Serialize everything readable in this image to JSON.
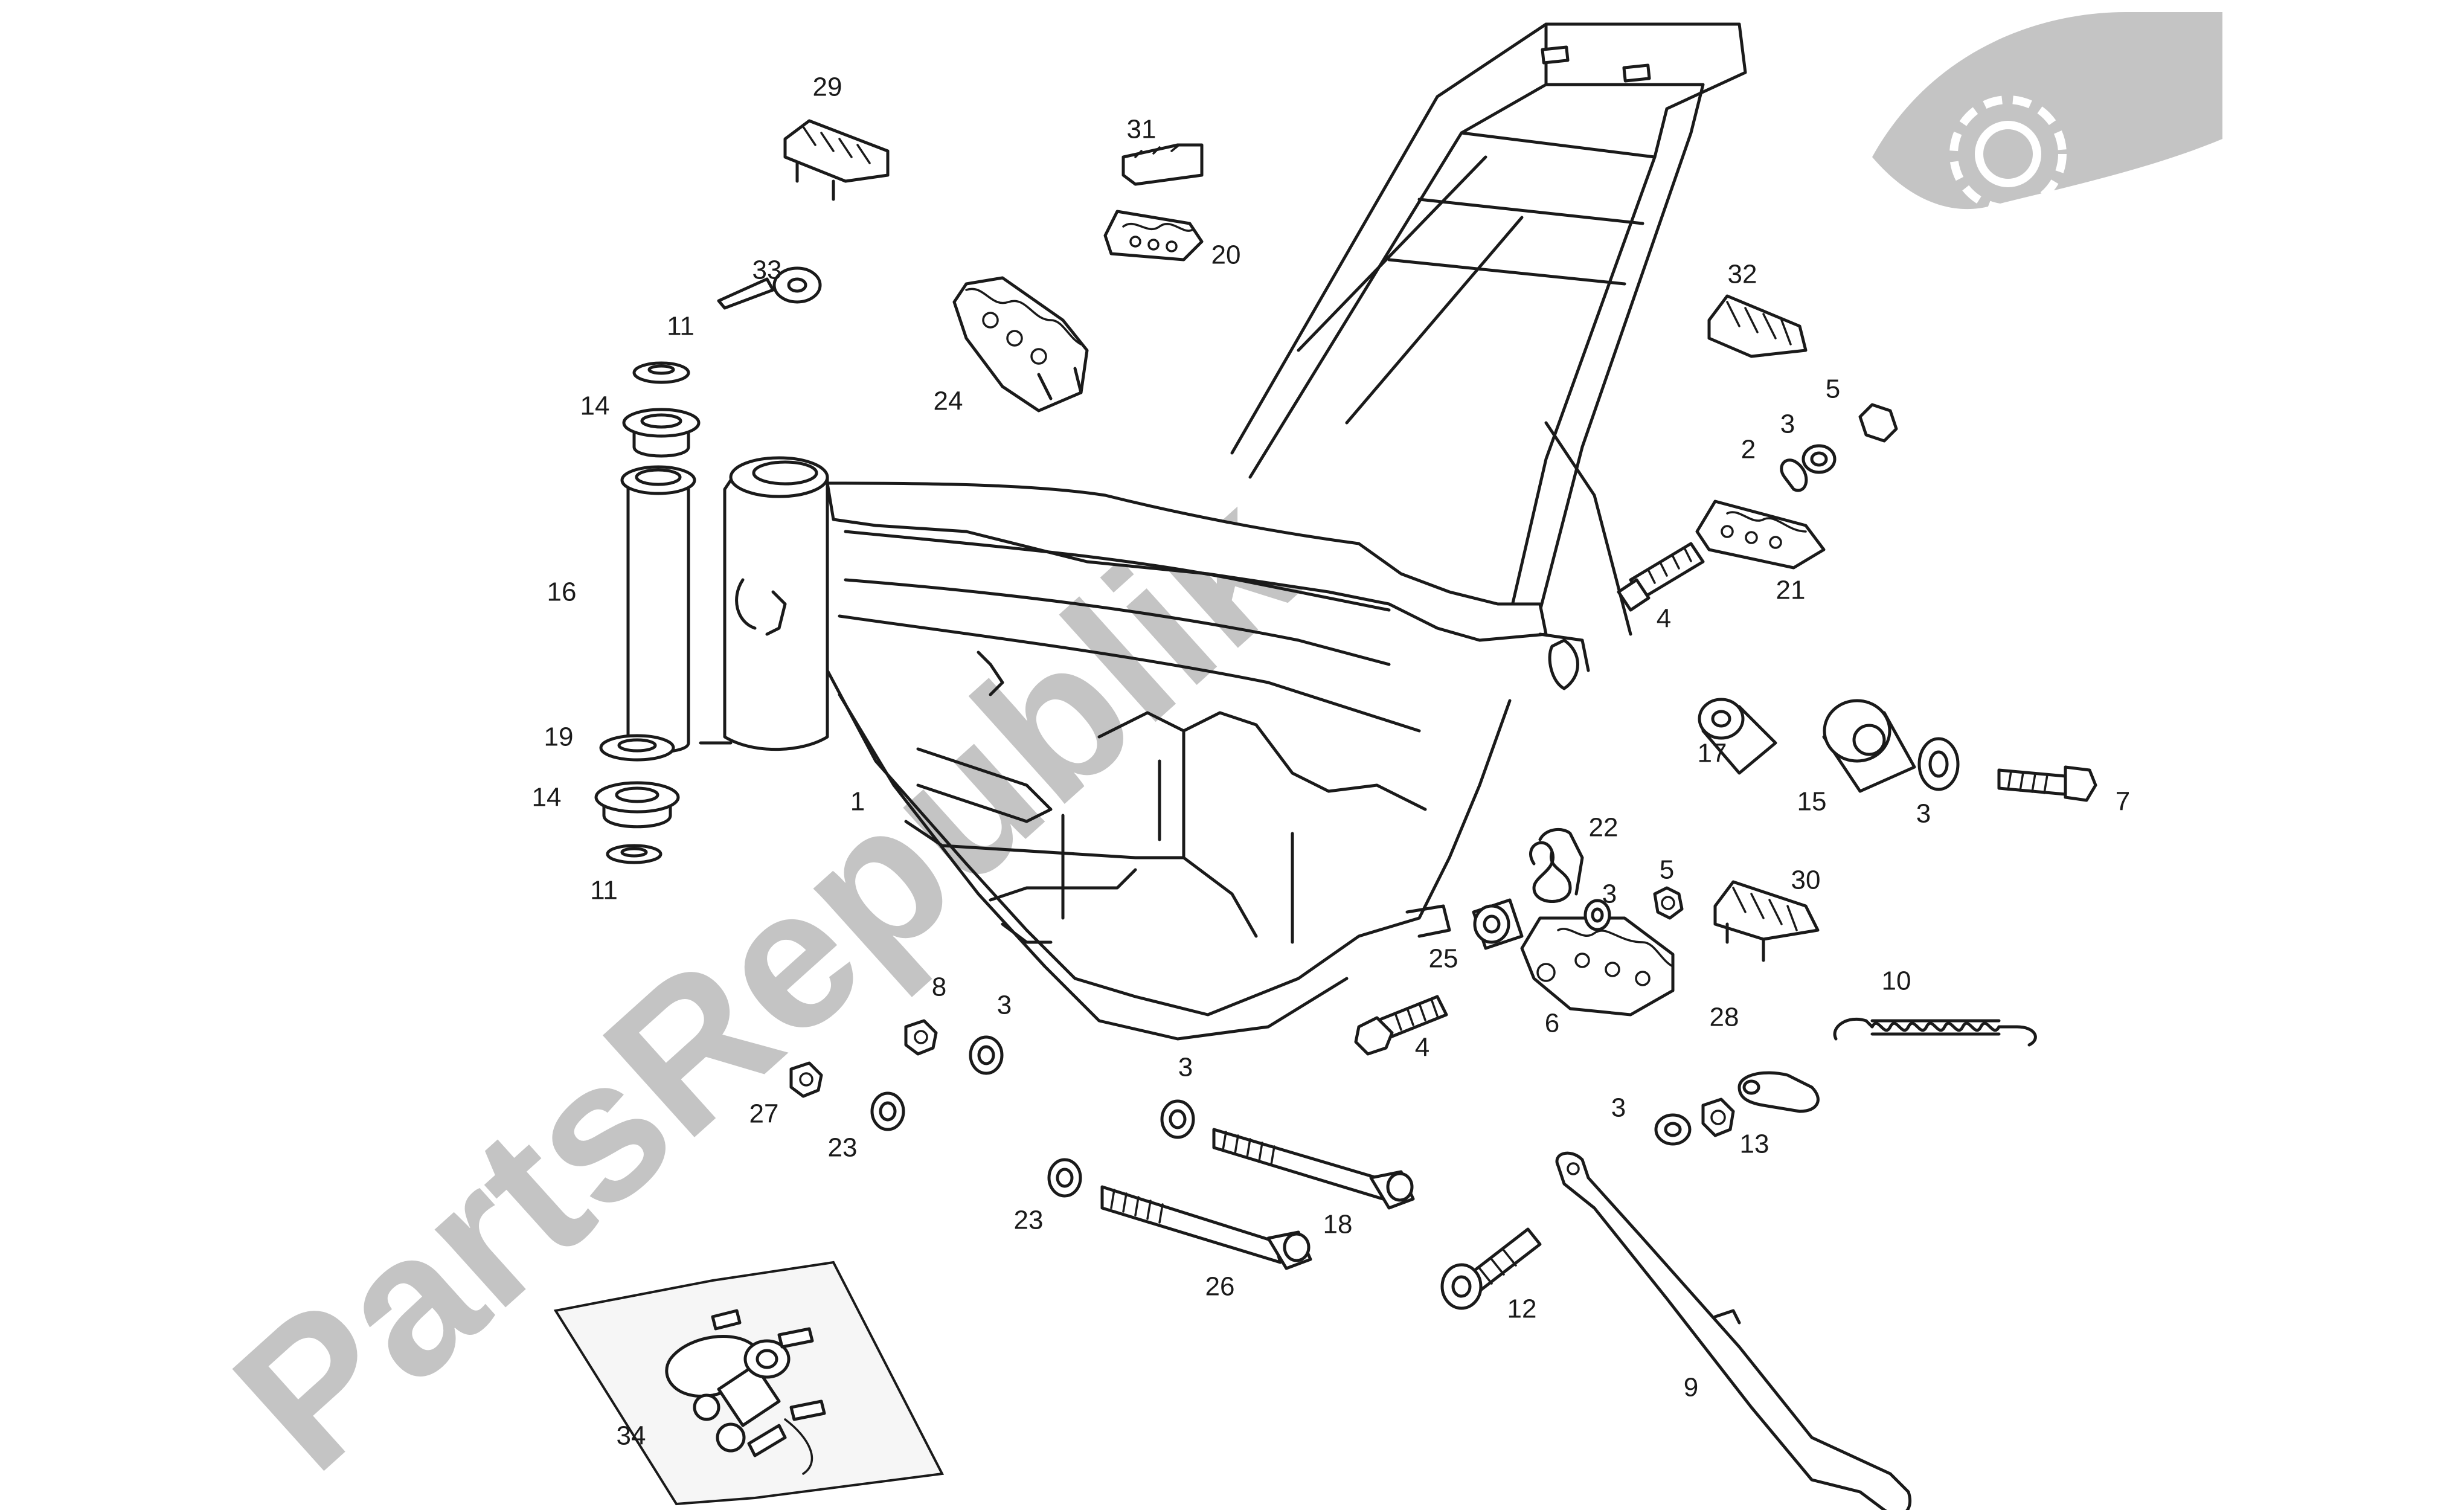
{
  "watermark": {
    "text": "PartsRepublik",
    "color": "#b3b3b3"
  },
  "callouts": {
    "c1": "1",
    "c2": "2",
    "c3a": "3",
    "c3b": "3",
    "c3c": "3",
    "c3d": "3",
    "c3e": "3",
    "c3f": "3",
    "c4a": "4",
    "c4b": "4",
    "c5a": "5",
    "c5b": "5",
    "c6": "6",
    "c7": "7",
    "c8": "8",
    "c9": "9",
    "c10": "10",
    "c11a": "11",
    "c11b": "11",
    "c12": "12",
    "c13": "13",
    "c14a": "14",
    "c14b": "14",
    "c15": "15",
    "c16": "16",
    "c17": "17",
    "c18": "18",
    "c19": "19",
    "c20": "20",
    "c21": "21",
    "c22": "22",
    "c23a": "23",
    "c23b": "23",
    "c24": "24",
    "c25": "25",
    "c26": "26",
    "c27": "27",
    "c28": "28",
    "c29": "29",
    "c30": "30",
    "c31": "31",
    "c32": "32",
    "c33": "33",
    "c34": "34"
  }
}
